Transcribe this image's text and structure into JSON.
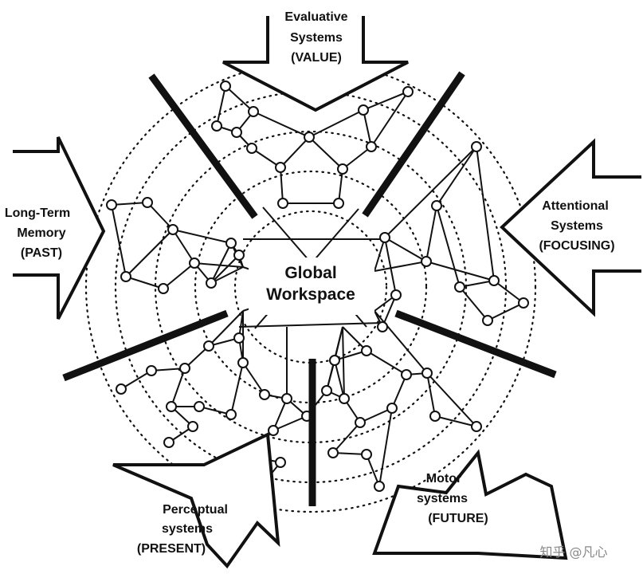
{
  "diagram": {
    "center_label": [
      "Global",
      "Workspace"
    ],
    "modules": {
      "evaluative": [
        "Evaluative",
        "Systems",
        "(VALUE)"
      ],
      "attentional": [
        "Attentional",
        "Systems",
        "(FOCUSING)"
      ],
      "long_term_memory": [
        "Long-Term",
        "Memory",
        "(PAST)"
      ],
      "perceptual": [
        "Perceptual",
        "systems",
        "(PRESENT)"
      ],
      "motor": [
        "Motor",
        "systems",
        "(FUTURE)"
      ]
    },
    "watermark": "知乎 @凡心"
  },
  "colors": {
    "ink": "#111111",
    "background": "#ffffff",
    "watermark": "#888888"
  }
}
